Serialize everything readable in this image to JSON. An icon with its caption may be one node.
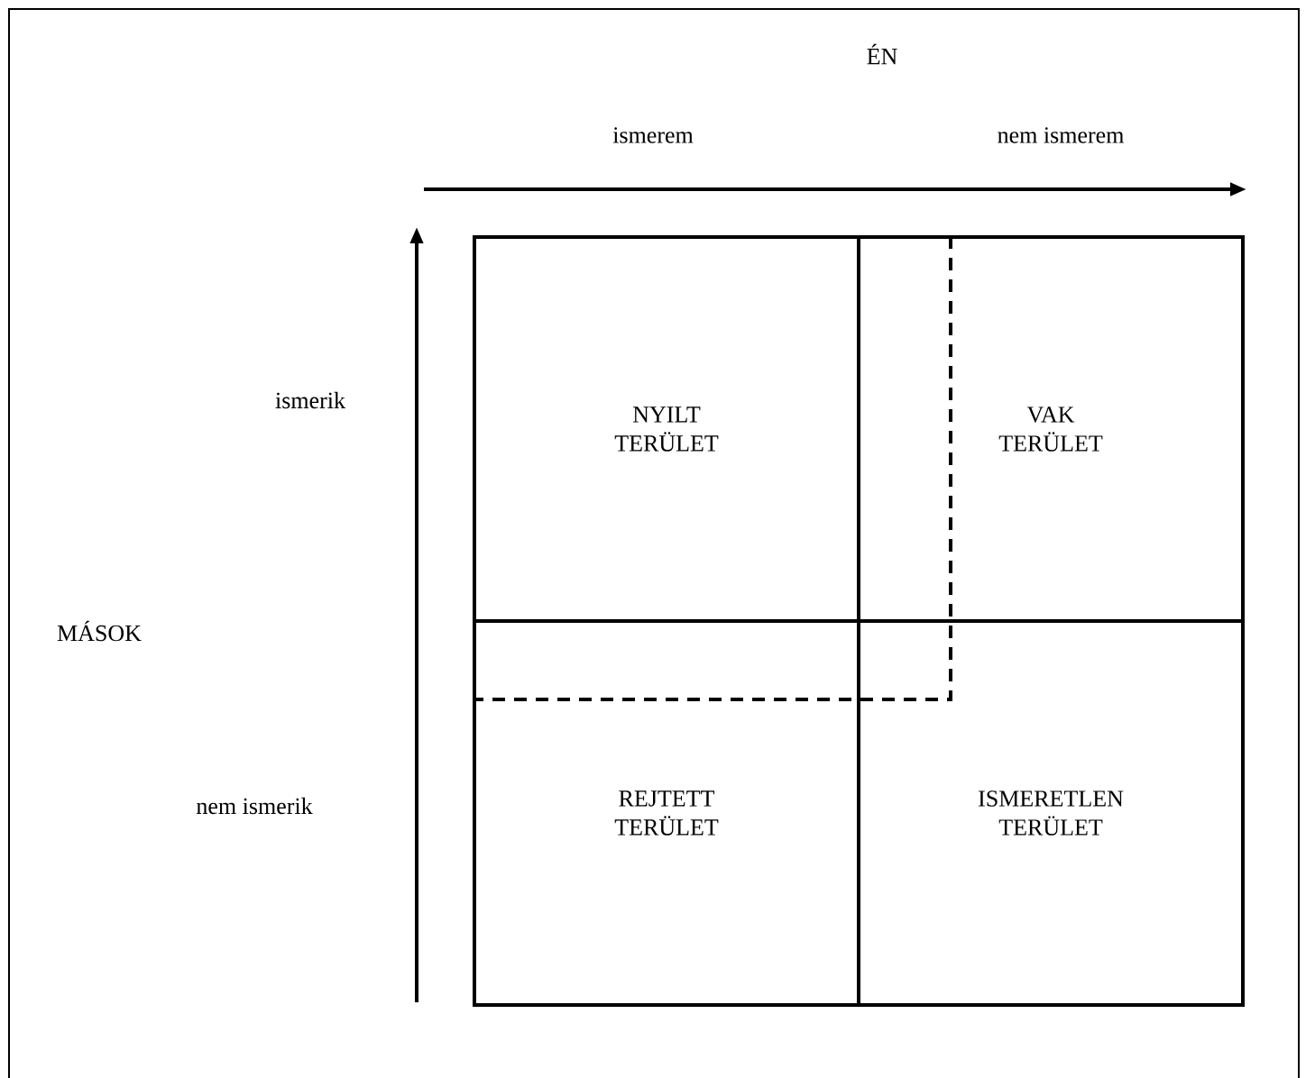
{
  "diagram": {
    "nodes": [
      {
        "text": [
          "NYILT TERÜLET"
        ]
      },
      {
        "text": [
          "VAK TERÜLET"
        ]
      },
      {
        "text": [
          "REJTETT TERÜLET"
        ]
      },
      {
        "text": [
          "ISMERETLEN TERÜLET"
        ]
      }
    ],
    "labels": [
      "ÉN",
      "ismerem",
      "nem ismerem",
      "ismerik",
      "MÁSOK",
      "nem ismerik"
    ]
  }
}
